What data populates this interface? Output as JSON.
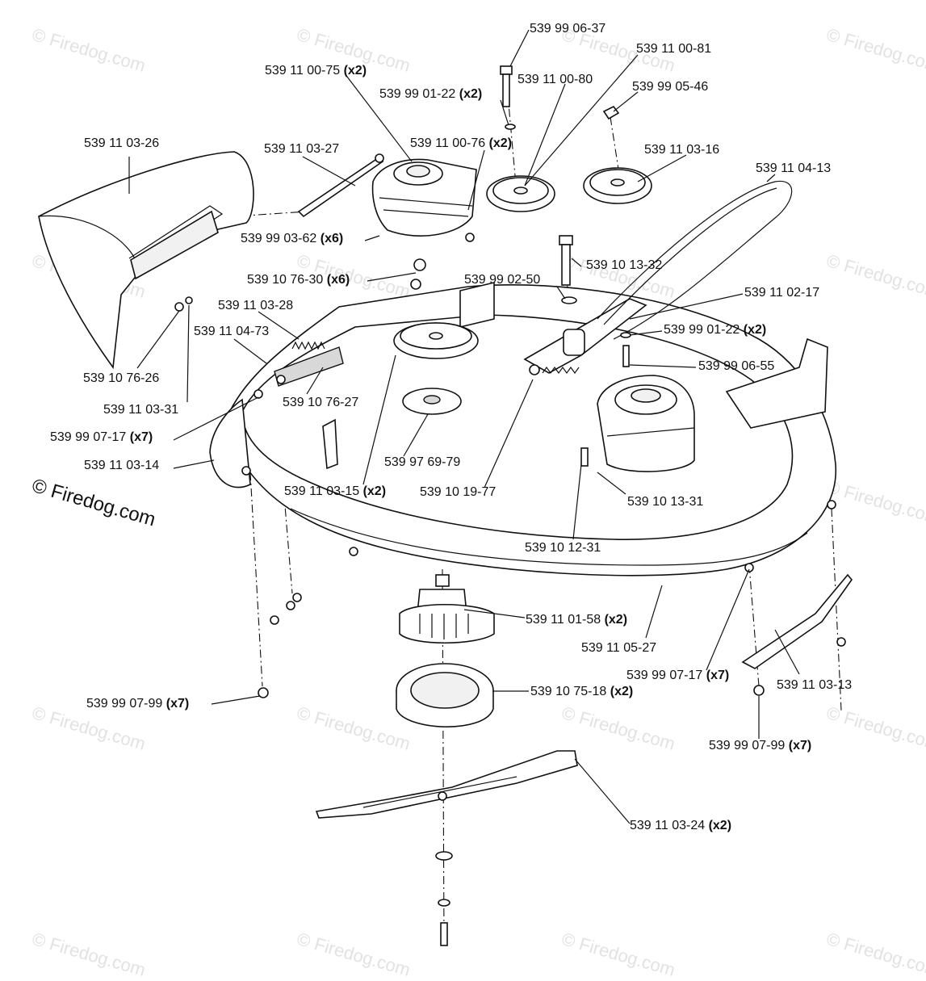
{
  "watermark": "© Firedog.com",
  "brand_mark": "© Firedog.com",
  "parts": [
    {
      "id": "p01",
      "code": "539 99 06-37",
      "qty": ""
    },
    {
      "id": "p02",
      "code": "539 11 00-81",
      "qty": ""
    },
    {
      "id": "p03",
      "code": "539 11 00-75",
      "qty": "(x2)"
    },
    {
      "id": "p04",
      "code": "539 11 00-80",
      "qty": ""
    },
    {
      "id": "p05",
      "code": "539 99 05-46",
      "qty": ""
    },
    {
      "id": "p06",
      "code": "539 99 01-22",
      "qty": "(x2)"
    },
    {
      "id": "p07",
      "code": "539 11 03-26",
      "qty": ""
    },
    {
      "id": "p08",
      "code": "539 11 03-27",
      "qty": ""
    },
    {
      "id": "p09",
      "code": "539 11 00-76",
      "qty": "(x2)"
    },
    {
      "id": "p10",
      "code": "539 11 03-16",
      "qty": ""
    },
    {
      "id": "p11",
      "code": "539 11 04-13",
      "qty": ""
    },
    {
      "id": "p12",
      "code": "539 99 03-62",
      "qty": "(x6)"
    },
    {
      "id": "p13",
      "code": "539 10 13-32",
      "qty": ""
    },
    {
      "id": "p14",
      "code": "539 10 76-30",
      "qty": "(x6)"
    },
    {
      "id": "p15",
      "code": "539 99 02-50",
      "qty": ""
    },
    {
      "id": "p16",
      "code": "539 11 02-17",
      "qty": ""
    },
    {
      "id": "p17",
      "code": "539 11 03-28",
      "qty": ""
    },
    {
      "id": "p18",
      "code": "539 11 04-73",
      "qty": ""
    },
    {
      "id": "p19",
      "code": "539 99 01-22",
      "qty": "(x2)"
    },
    {
      "id": "p20",
      "code": "539 99 06-55",
      "qty": ""
    },
    {
      "id": "p21",
      "code": "539 10 76-26",
      "qty": ""
    },
    {
      "id": "p22",
      "code": "539 10 76-27",
      "qty": ""
    },
    {
      "id": "p23",
      "code": "539 11 03-31",
      "qty": ""
    },
    {
      "id": "p24",
      "code": "539 99 07-17",
      "qty": "(x7)"
    },
    {
      "id": "p25",
      "code": "539 11 03-14",
      "qty": ""
    },
    {
      "id": "p26",
      "code": "539 97 69-79",
      "qty": ""
    },
    {
      "id": "p27",
      "code": "539 11 03-15",
      "qty": "(x2)"
    },
    {
      "id": "p28",
      "code": "539 10 19-77",
      "qty": ""
    },
    {
      "id": "p29",
      "code": "539 10 13-31",
      "qty": ""
    },
    {
      "id": "p30",
      "code": "539 10 12-31",
      "qty": ""
    },
    {
      "id": "p31",
      "code": "539 11 01-58",
      "qty": "(x2)"
    },
    {
      "id": "p32",
      "code": "539 11 05-27",
      "qty": ""
    },
    {
      "id": "p33",
      "code": "539 99 07-17",
      "qty": "(x7)"
    },
    {
      "id": "p34",
      "code": "539 11 03-13",
      "qty": ""
    },
    {
      "id": "p35",
      "code": "539 99 07-99",
      "qty": "(x7)"
    },
    {
      "id": "p36",
      "code": "539 10 75-18",
      "qty": "(x2)"
    },
    {
      "id": "p37",
      "code": "539 99 07-99",
      "qty": "(x7)"
    },
    {
      "id": "p38",
      "code": "539 11 03-24",
      "qty": "(x2)"
    }
  ]
}
